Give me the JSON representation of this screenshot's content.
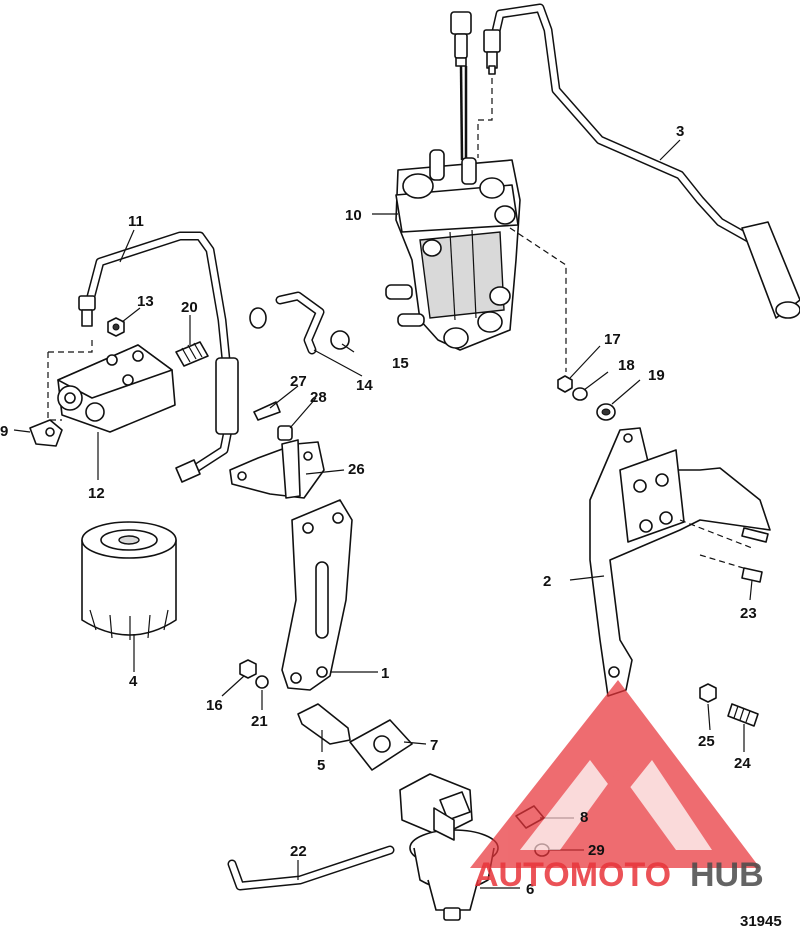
{
  "callouts": [
    "1",
    "2",
    "3",
    "4",
    "5",
    "6",
    "7",
    "8",
    "9",
    "10",
    "11",
    "12",
    "13",
    "14",
    "15",
    "16",
    "17",
    "18",
    "19",
    "20",
    "21",
    "22",
    "23",
    "24",
    "25",
    "26",
    "27",
    "28",
    "29"
  ],
  "figure_number": "31945",
  "watermark": {
    "part1": "AUTOMOTO",
    "part2": "HUB",
    "color_red": "#e8343a",
    "color_dark": "#4a4a4a"
  }
}
